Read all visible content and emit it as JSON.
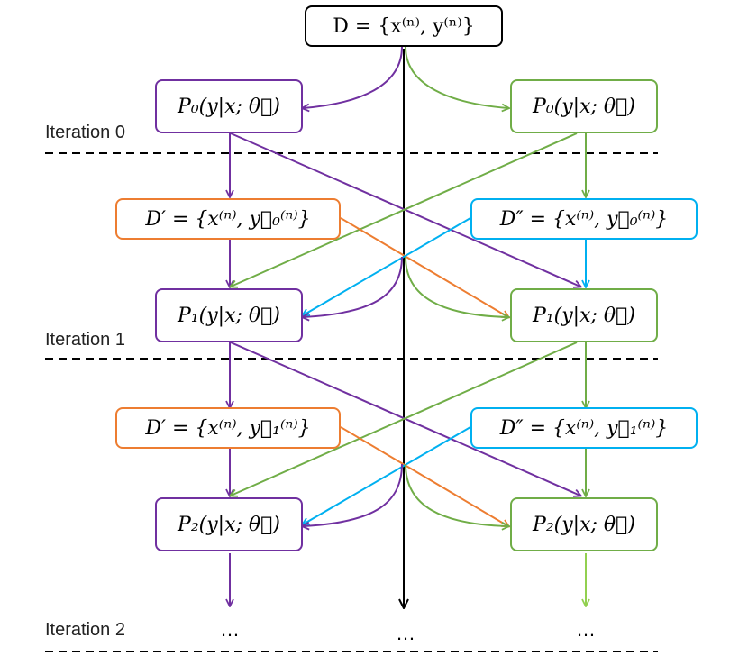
{
  "colors": {
    "purple": "#7030a0",
    "green": "#70ad47",
    "light_green": "#92d050",
    "orange": "#ed7d31",
    "blue": "#00b0f0",
    "black": "#000000"
  },
  "dataset": {
    "label": "D = {x⁽ⁿ⁾, y⁽ⁿ⁾}"
  },
  "models": {
    "forward": [
      {
        "label": "P₀(y|x; θ⃗)"
      },
      {
        "label": "P₁(y|x; θ⃗)"
      },
      {
        "label": "P₂(y|x; θ⃗)"
      }
    ],
    "backward": [
      {
        "label": "P₀(y|x; θ⃖)"
      },
      {
        "label": "P₁(y|x; θ⃖)"
      },
      {
        "label": "P₂(y|x; θ⃖)"
      }
    ]
  },
  "synthetic": {
    "forward": [
      {
        "label": "D′ = {x⁽ⁿ⁾, y⃗₀⁽ⁿ⁾}"
      },
      {
        "label": "D′ = {x⁽ⁿ⁾, y⃗₁⁽ⁿ⁾}"
      }
    ],
    "backward": [
      {
        "label": "D″ = {x⁽ⁿ⁾, y⃖₀⁽ⁿ⁾}"
      },
      {
        "label": "D″ = {x⁽ⁿ⁾, y⃖₁⁽ⁿ⁾}"
      }
    ]
  },
  "iterations": [
    "Iteration 0",
    "Iteration 1",
    "Iteration 2"
  ],
  "ellipsis": "…"
}
